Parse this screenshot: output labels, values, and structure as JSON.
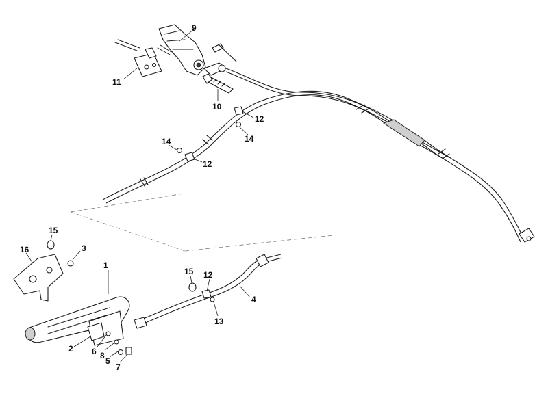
{
  "callouts": {
    "c1": "1",
    "c2": "2",
    "c3": "3",
    "c4": "4",
    "c5": "5",
    "c6": "6",
    "c7": "7",
    "c8": "8",
    "c9": "9",
    "c10": "10",
    "c11": "11",
    "c12a": "12",
    "c12b": "12",
    "c12c": "12",
    "c13": "13",
    "c14a": "14",
    "c14b": "14",
    "c15a": "15",
    "c15b": "15",
    "c16": "16"
  }
}
